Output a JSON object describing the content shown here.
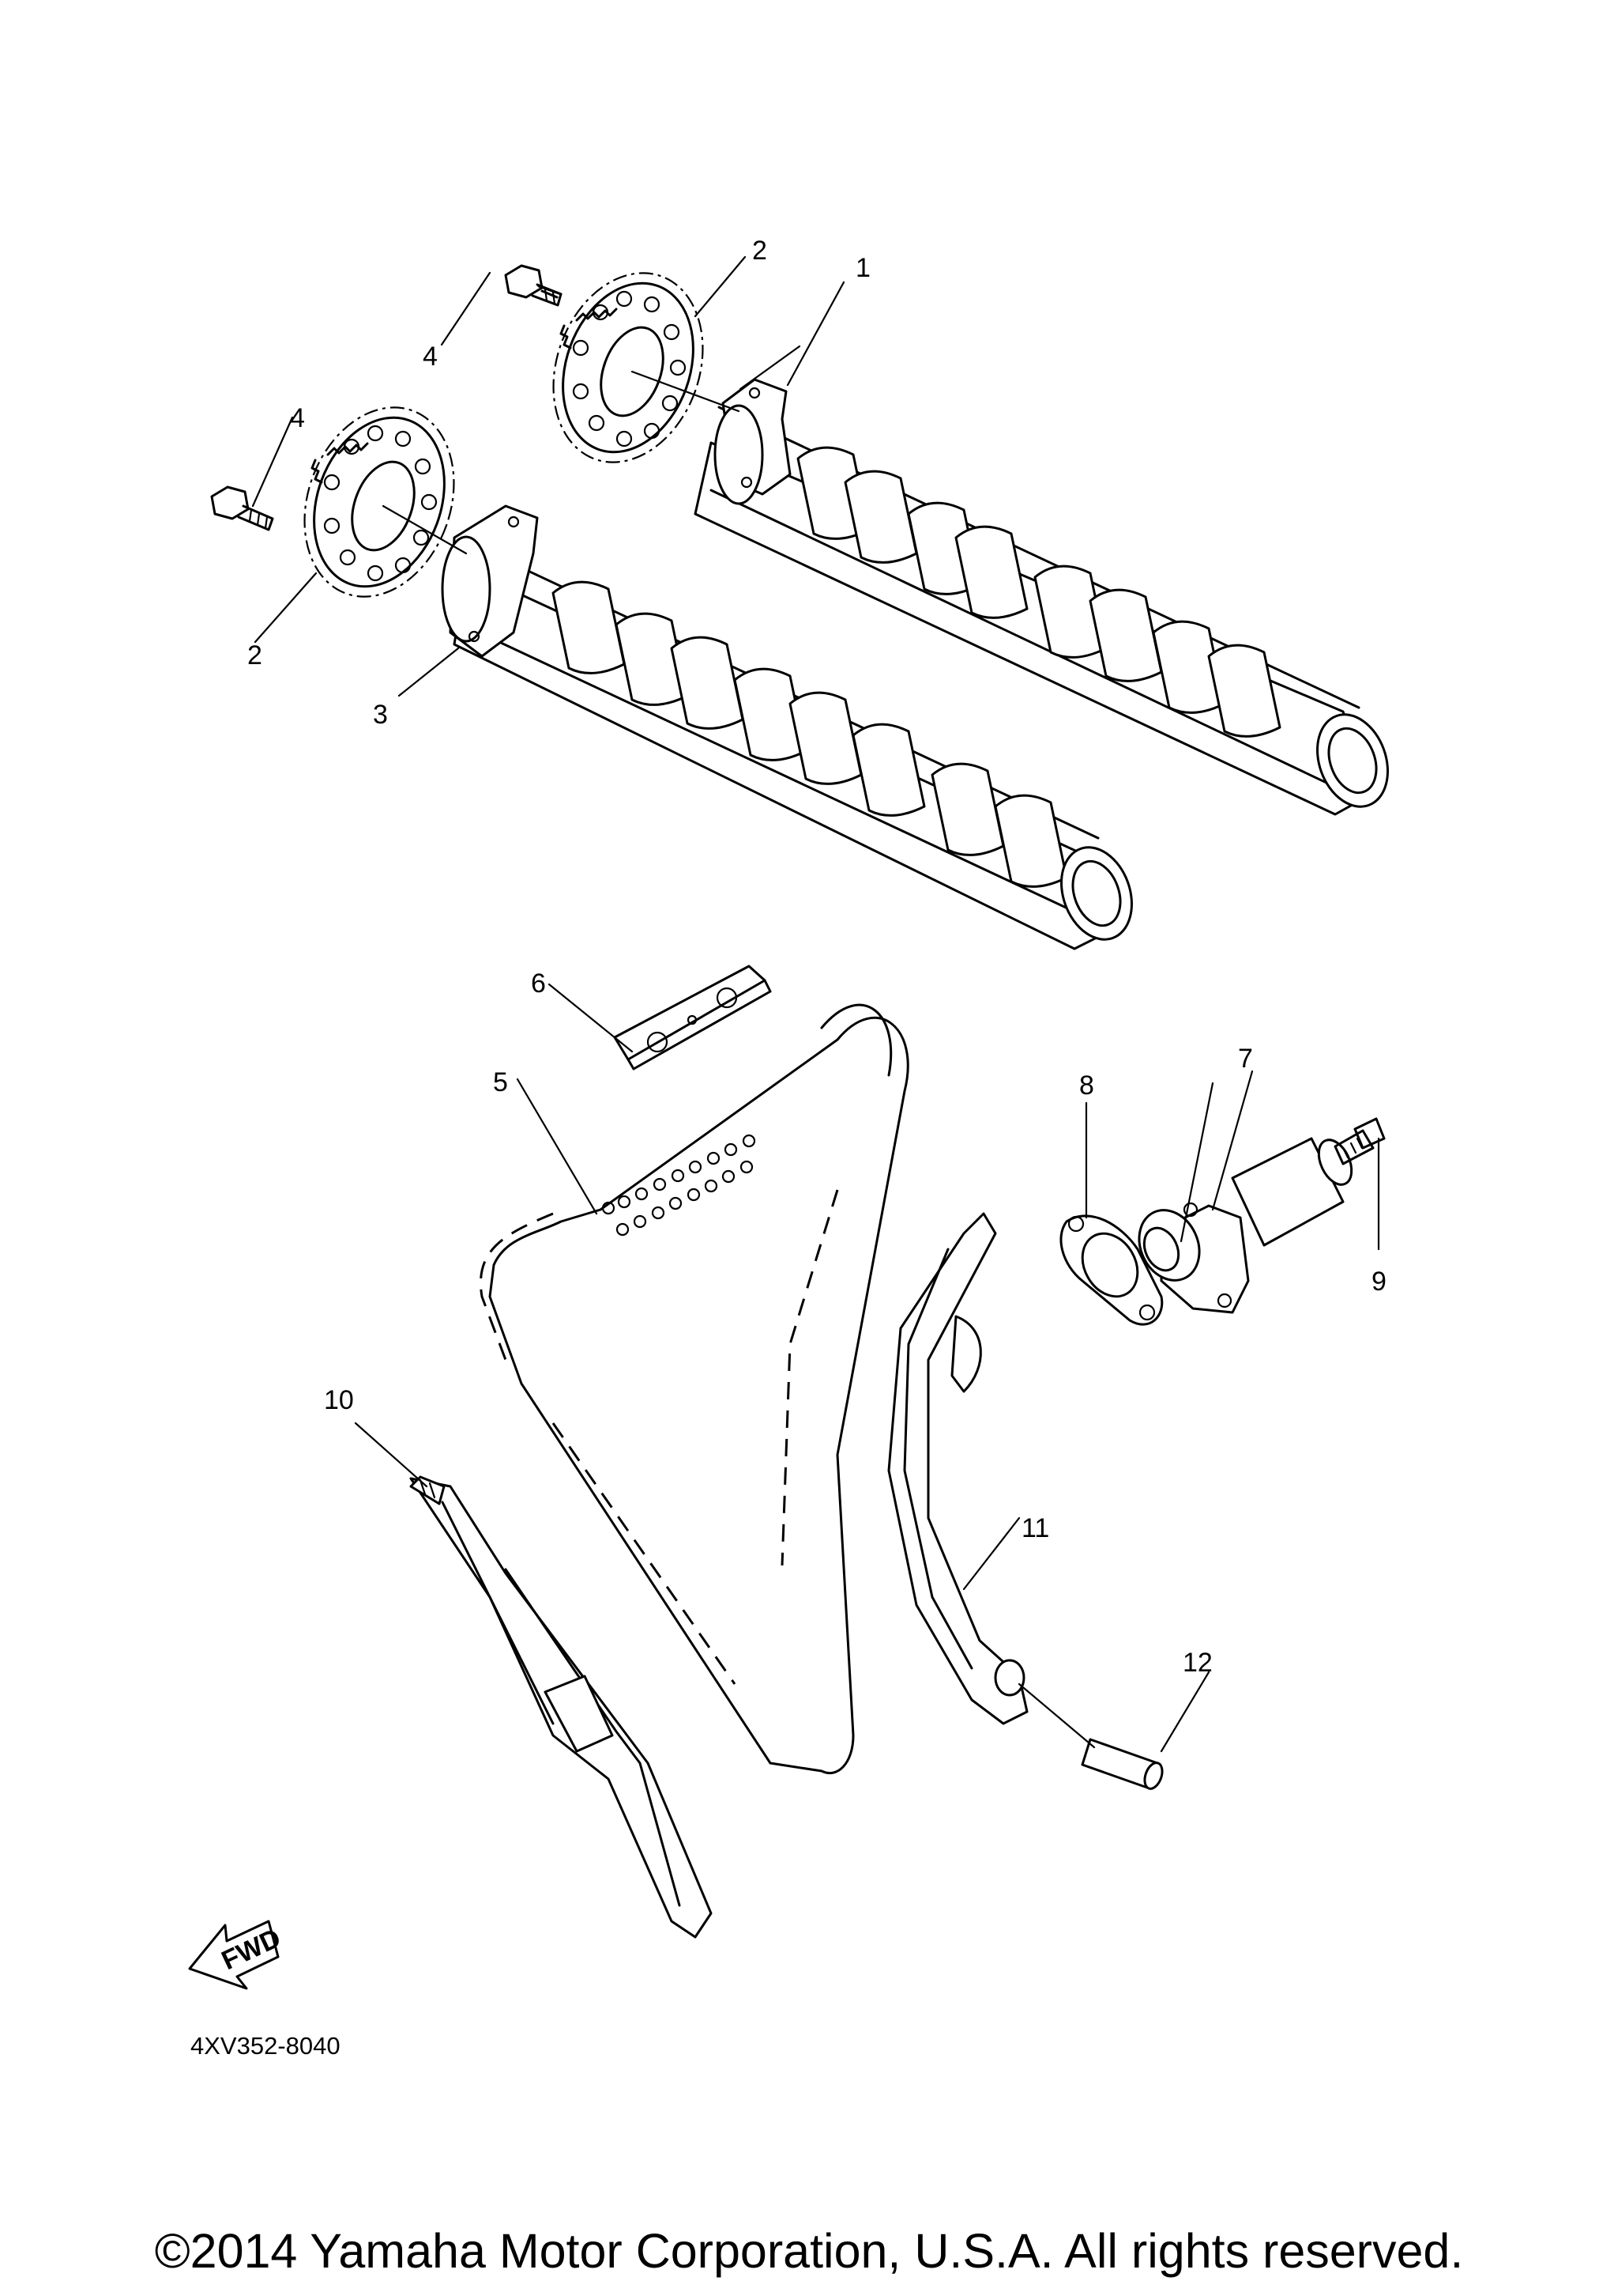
{
  "diagram": {
    "callouts": [
      "1",
      "2",
      "2",
      "3",
      "4",
      "4",
      "5",
      "6",
      "7",
      "8",
      "9",
      "10",
      "11",
      "12"
    ],
    "fwd_label": "FWD",
    "diagram_code": "4XV352-8040"
  },
  "footer": {
    "copyright": "©2014 Yamaha Motor Corporation, U.S.A. All rights reserved."
  }
}
